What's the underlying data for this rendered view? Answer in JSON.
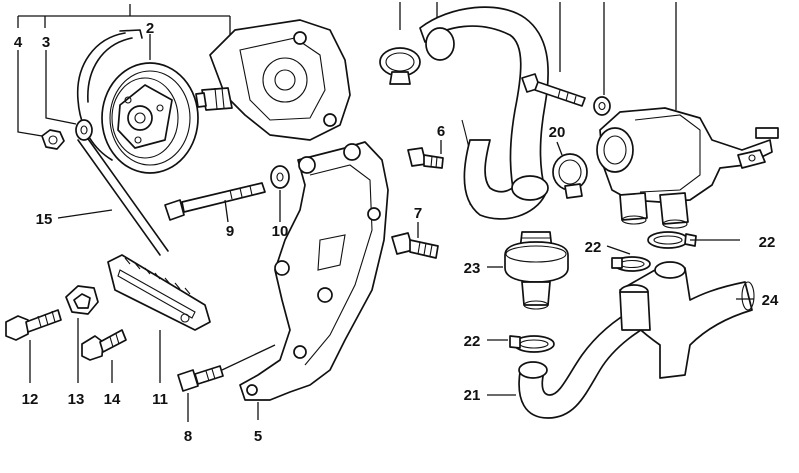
{
  "callouts": {
    "c2": "2",
    "c3": "3",
    "c4": "4",
    "c5": "5",
    "c6": "6",
    "c7": "7",
    "c8": "8",
    "c9": "9",
    "c10": "10",
    "c11": "11",
    "c12": "12",
    "c13": "13",
    "c14": "14",
    "c15": "15",
    "c20": "20",
    "c21": "21",
    "c22a": "22",
    "c22b": "22",
    "c22c": "22",
    "c23": "23",
    "c24": "24"
  }
}
